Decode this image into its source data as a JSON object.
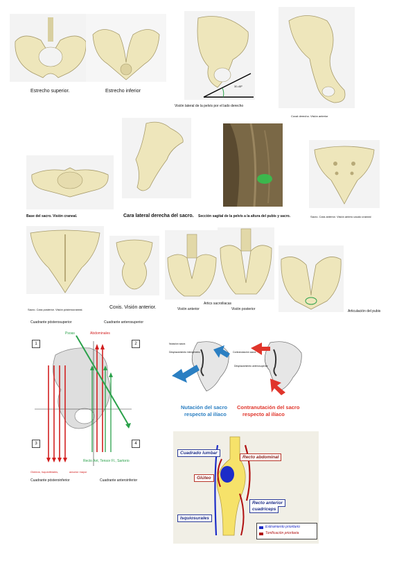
{
  "row1": {
    "estrecho_superior": "Estrecho superior.",
    "estrecho_inferior": "Estrecho inferior",
    "vision_lateral": "Visión lateral de la pelvis por el lado derecho",
    "angle": "30-45º",
    "coxal_derecho": "Coxal derecho. Visión anterior"
  },
  "row2": {
    "base_sacro": "Base del sacro. Visión craneal.",
    "cara_lateral": "Cara lateral derecha del sacro.",
    "seccion_sagital": "Sección sagital de la pelvis a la altura del pubis y sacro.",
    "sacro_anterior": "Sacro. Cara anterior. Visión antero caudo craneal"
  },
  "row3": {
    "sacro_posterior": "Sacro. Cara posterior. Visión pósterocraneal.",
    "coxis": "Coxis. Visión anterior.",
    "artics_sacroiliacas": "Artics sacroiliacas",
    "vision_anterior": "Visión anterior",
    "vision_posterior": "Visión posterior",
    "articulacion_pubis": "Articulación del pubis"
  },
  "quadrants": {
    "posterosuperior": "Cuadrante pósterosuperior",
    "anterosuperior": "Cuadrante anterosuperior",
    "posteroinferior": "Cuadrante pósteroinferior",
    "anteroinferior": "Cuadrante anteroinferior",
    "psoas": "Psoas",
    "abdominales": "Abdominales",
    "bottom_red": "Glúteos, Isquiotibiales,",
    "bottom_red2": "aductor mayor",
    "bottom_green": "Recto Ant, Tensor Fl., Sartorio",
    "numbers": [
      "1",
      "2",
      "3",
      "4"
    ],
    "colors": {
      "red": "#d21f1f",
      "green": "#2aa14a"
    }
  },
  "nutation": {
    "label_a1": "Nutación sacra",
    "label_a2": "Desplazamiento interpenetro",
    "label_b1": "Contranutación sacra",
    "label_b2": "Desplazamiento anterosuperior",
    "nutacion_title": "Nutación del sacro",
    "nutacion_sub": "respecto al ilíaco",
    "contra_title": "Contranutación del sacro",
    "contra_sub": "respecto al ilíaco",
    "colors": {
      "blue": "#2b7fc2",
      "red": "#e0352b"
    }
  },
  "muscles": {
    "cuadrado_lumbar": "Cuadrado lumbar",
    "recto_abdominal": "Recto abdominal",
    "gluteo": "Glúteo",
    "recto_anterior": "Recto anterior",
    "cuadriceps": "cuadriceps",
    "isquiosurales": "Isquiosurales",
    "legend_estiramiento": "Estiramiento prioritario",
    "legend_tonificacion": "Tonificación prioritaria",
    "colors": {
      "stretch": "#1c2cc8",
      "tone": "#b01010"
    }
  }
}
